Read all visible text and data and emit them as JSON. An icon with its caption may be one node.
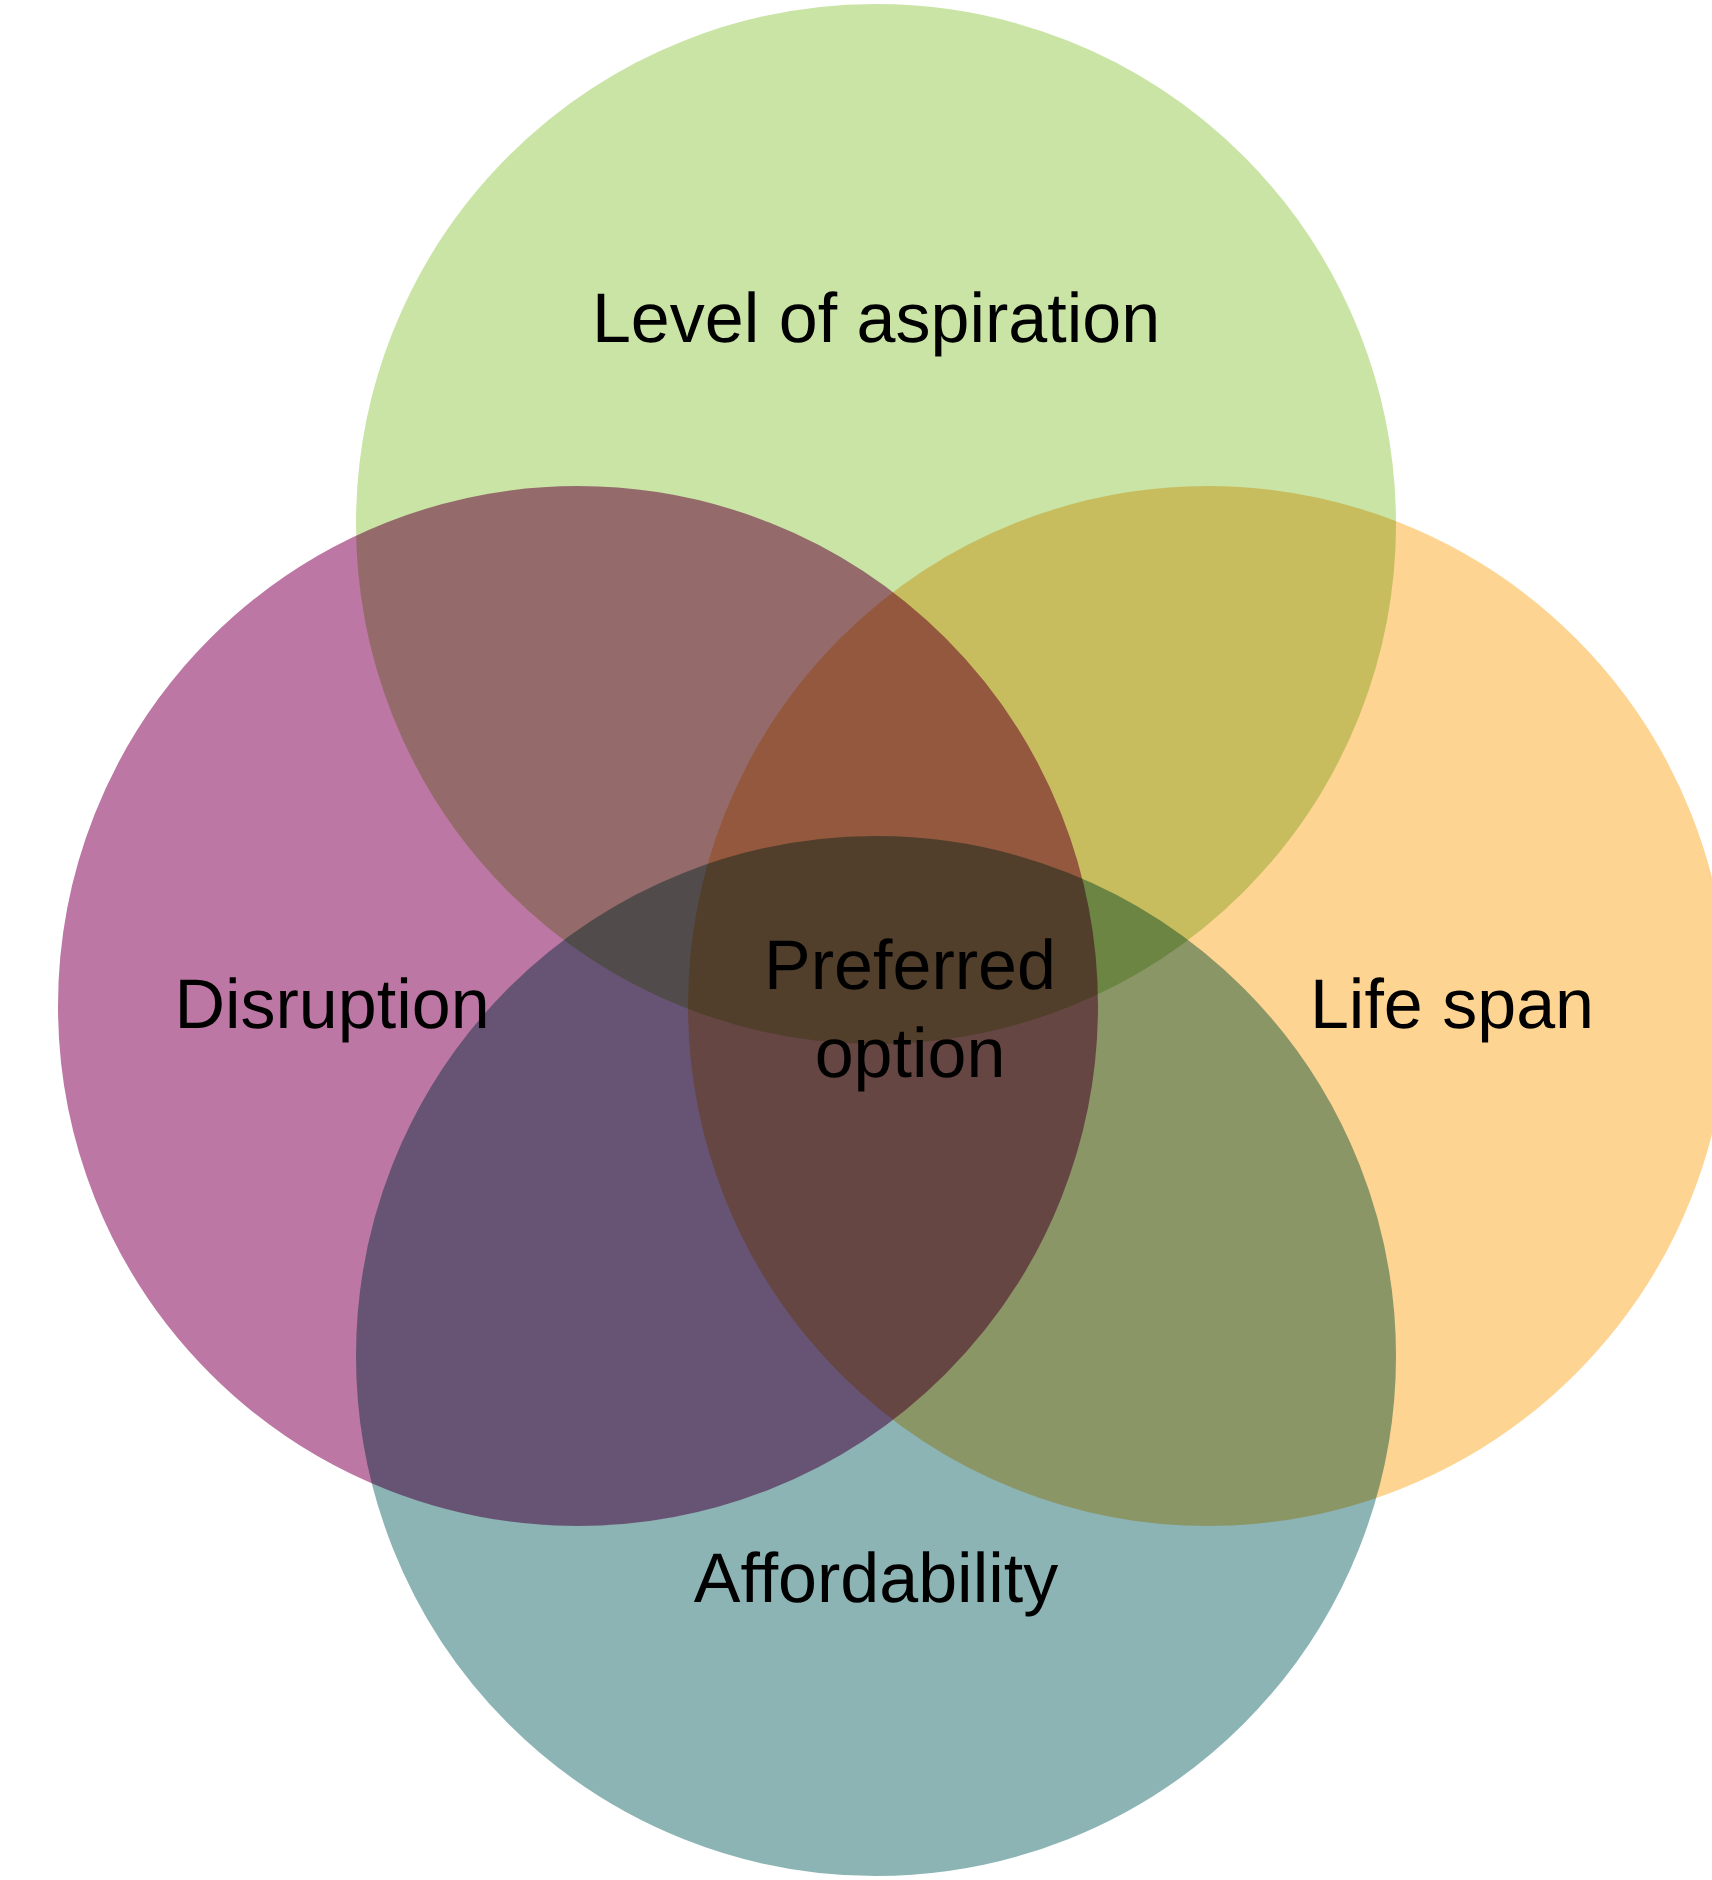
{
  "diagram": {
    "nodes": [
      {
        "text": [
          "Level of aspiration"
        ]
      },
      {
        "text": [
          "Disruption"
        ]
      },
      {
        "text": [
          "Life span"
        ]
      },
      {
        "text": [
          "Affordability"
        ]
      }
    ],
    "labels": [
      "Preferred option"
    ]
  }
}
